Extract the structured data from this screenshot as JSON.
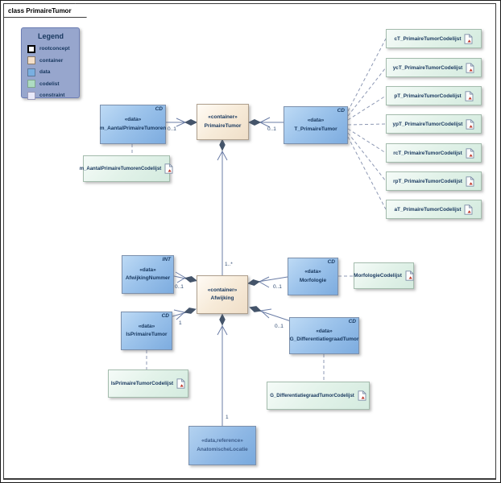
{
  "frame": {
    "title": "class PrimaireTumor"
  },
  "legend": {
    "title": "Legend",
    "items": [
      {
        "label": "rootconcept",
        "swatch": "#FFFFFF",
        "swatch_border": "#000000"
      },
      {
        "label": "container",
        "swatch": "#F3DFC9",
        "swatch_border": "#8A7B68"
      },
      {
        "label": "data",
        "swatch": "#79AFE1",
        "swatch_border": "#5E789A"
      },
      {
        "label": "codelist",
        "swatch": "#AEDCC2",
        "swatch_border": "#7FA68E"
      },
      {
        "label": "constraint",
        "swatch": "#E9E9F9",
        "swatch_border": "#9A9AB8"
      }
    ]
  },
  "boxes": {
    "m_aantal": {
      "stereotype": "«data»",
      "name": "m_AantalPrimaireTumoren",
      "tag": "CD"
    },
    "primaire_tumor": {
      "stereotype": "«container»",
      "name": "PrimaireTumor"
    },
    "t_primaire": {
      "stereotype": "«data»",
      "name": "T_PrimaireTumor",
      "tag": "CD"
    },
    "afwijking_nummer": {
      "stereotype": "«data»",
      "name": "AfwijkingNummer",
      "tag": "INT"
    },
    "afwijking": {
      "stereotype": "«container»",
      "name": "Afwijking"
    },
    "morfologie": {
      "stereotype": "«data»",
      "name": "Morfologie",
      "tag": "CD"
    },
    "is_primaire": {
      "stereotype": "«data»",
      "name": "IsPrimaireTumor",
      "tag": "CD"
    },
    "g_diff": {
      "stereotype": "«data»",
      "name": "G_DifferentiatiegraadTumor",
      "tag": "CD"
    },
    "anatomische": {
      "stereotype": "«data,reference»",
      "name": "AnatomischeLocatie"
    }
  },
  "codelists": {
    "m_aantal": "m_AantalPrimaireTumorenCodelijst",
    "ct": "cT_PrimaireTumorCodelijst",
    "yct": "ycT_PrimaireTumorCodelijst",
    "pt": "pT_PrimaireTumorCodelijst",
    "ypt": "ypT_PrimaireTumorCodelijst",
    "rct": "rcT_PrimaireTumorCodelijst",
    "rpt": "rpT_PrimaireTumorCodelijst",
    "at": "aT_PrimaireTumorCodelijst",
    "morfologie": "MorfologieCodelijst",
    "is_primaire": "IsPrimaireTumorCodelijst",
    "g_diff": "G_DifferentiatiegraadTumorCodelijst"
  },
  "multiplicities": {
    "m_aantal": "0..1",
    "t_primaire": "0..1",
    "afwijking_to_primairetumor": "1..*",
    "afwijking_nummer": "0..1",
    "morfologie": "0..1",
    "is_primaire": "1",
    "g_diff": "0..1",
    "anatomische": "1"
  },
  "colors": {
    "data_fill": "#7DACDF",
    "container_fill": "#F2E1CC",
    "codelist_fill": "#D8EDE1",
    "legend_bg": "#97A6CD",
    "text_navy": "#17375E",
    "connector_line": "#6B7DA6",
    "composition_diamond": "#44546A"
  }
}
